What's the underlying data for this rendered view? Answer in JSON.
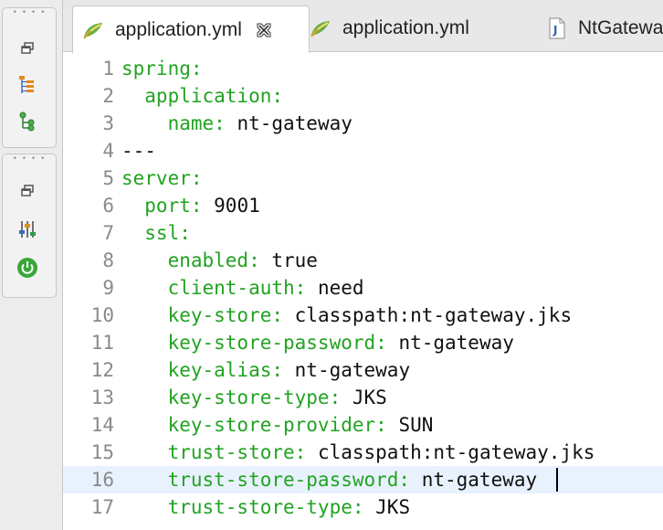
{
  "tabs": [
    {
      "label": "application.yml",
      "icon": "spring-yaml-icon",
      "active": true,
      "closable": true
    },
    {
      "label": "application.yml",
      "icon": "spring-yaml-icon",
      "active": false
    },
    {
      "label": "NtGatewa",
      "icon": "java-file-icon",
      "active": false
    }
  ],
  "toolbar": {
    "group1": [
      "restore-icon",
      "hierarchy-icon",
      "tree-icon"
    ],
    "group2": [
      "restore-icon",
      "properties-sliders-icon",
      "spring-boot-power-icon"
    ]
  },
  "editor": {
    "current_line": 16,
    "lines": [
      {
        "no": "1",
        "key": "spring:",
        "value": ""
      },
      {
        "no": "2",
        "key": "  application:",
        "value": ""
      },
      {
        "no": "3",
        "key": "    name:",
        "value": " nt-gateway"
      },
      {
        "no": "4",
        "key": "",
        "value": "---"
      },
      {
        "no": "5",
        "key": "server:",
        "value": ""
      },
      {
        "no": "6",
        "key": "  port:",
        "value": " 9001"
      },
      {
        "no": "7",
        "key": "  ssl:",
        "value": ""
      },
      {
        "no": "8",
        "key": "    enabled:",
        "value": " true"
      },
      {
        "no": "9",
        "key": "    client-auth:",
        "value": " need"
      },
      {
        "no": "10",
        "key": "    key-store:",
        "value": " classpath:nt-gateway.jks"
      },
      {
        "no": "11",
        "key": "    key-store-password:",
        "value": " nt-gateway"
      },
      {
        "no": "12",
        "key": "    key-alias:",
        "value": " nt-gateway"
      },
      {
        "no": "13",
        "key": "    key-store-type:",
        "value": " JKS"
      },
      {
        "no": "14",
        "key": "    key-store-provider:",
        "value": " SUN"
      },
      {
        "no": "15",
        "key": "    trust-store:",
        "value": " classpath:nt-gateway.jks"
      },
      {
        "no": "16",
        "key": "    trust-store-password:",
        "value": " nt-gateway"
      },
      {
        "no": "17",
        "key": "    trust-store-type:",
        "value": " JKS"
      }
    ]
  }
}
